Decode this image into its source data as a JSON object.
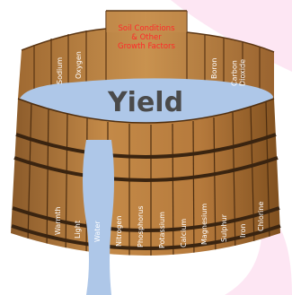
{
  "diagram": {
    "center_label": "Yield",
    "tall_stave_label": [
      "Soil Conditions",
      "& Other",
      "Growth Factors"
    ],
    "back_staves": [
      {
        "label": "Sodium"
      },
      {
        "label": "Oxygen"
      },
      {
        "label": "Boron"
      },
      {
        "label": [
          "Carbon",
          "Dioxide"
        ]
      }
    ],
    "front_staves": [
      {
        "label": "Warmth"
      },
      {
        "label": "Light"
      },
      {
        "label": "Water"
      },
      {
        "label": "Nitrogen"
      },
      {
        "label": "Phosphorus"
      },
      {
        "label": "Potassium"
      },
      {
        "label": "Calcium"
      },
      {
        "label": "Magnesium"
      },
      {
        "label": "Sulphur"
      },
      {
        "label": "Iron"
      },
      {
        "label": "Chlorine"
      }
    ],
    "colors": {
      "wood": "#b67a3c",
      "wood_dark": "#7a4a1f",
      "hoop": "#3a2410",
      "water": "#aec7e8",
      "red_label": "#ff2a2a"
    }
  }
}
